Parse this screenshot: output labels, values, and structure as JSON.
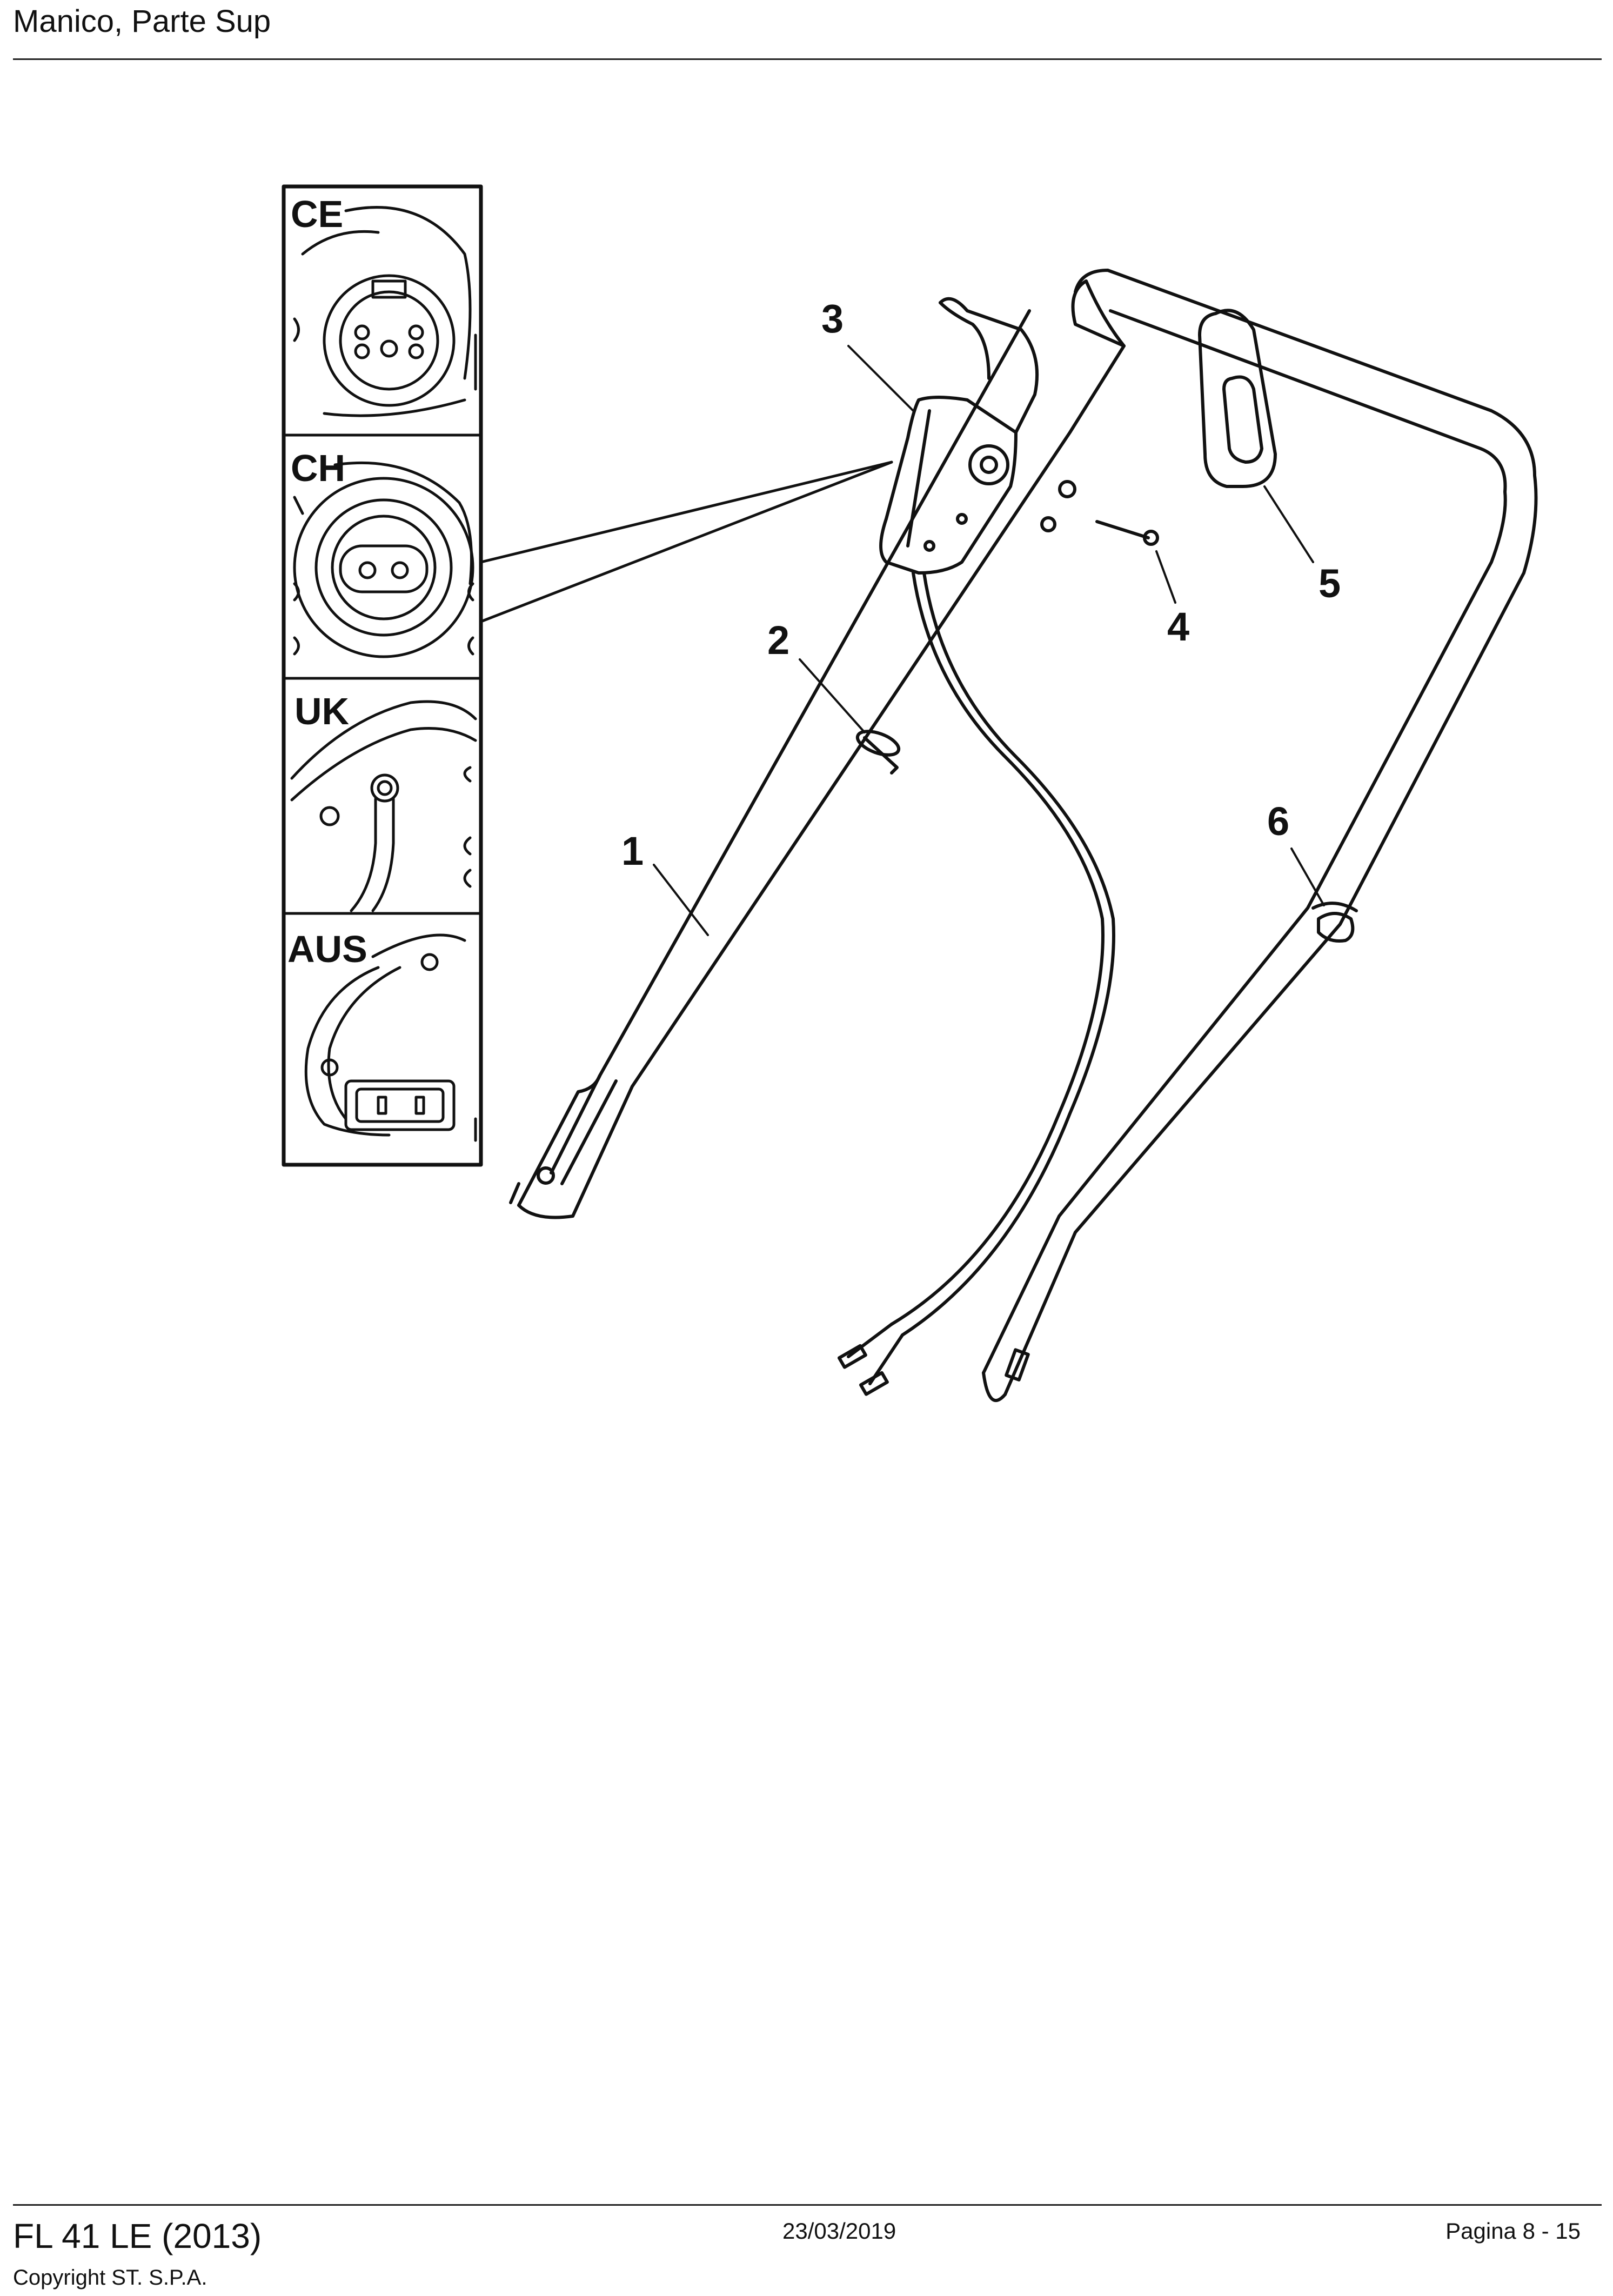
{
  "header": {
    "title": "Manico, Parte Sup"
  },
  "inset": {
    "regions": [
      "CE",
      "CH",
      "UK",
      "AUS"
    ]
  },
  "callouts": [
    "1",
    "2",
    "3",
    "4",
    "5",
    "6"
  ],
  "footer": {
    "model": "FL 41 LE (2013)",
    "copyright": "Copyright ST. S.P.A.",
    "date": "23/03/2019",
    "page": "Pagina 8 - 15"
  }
}
